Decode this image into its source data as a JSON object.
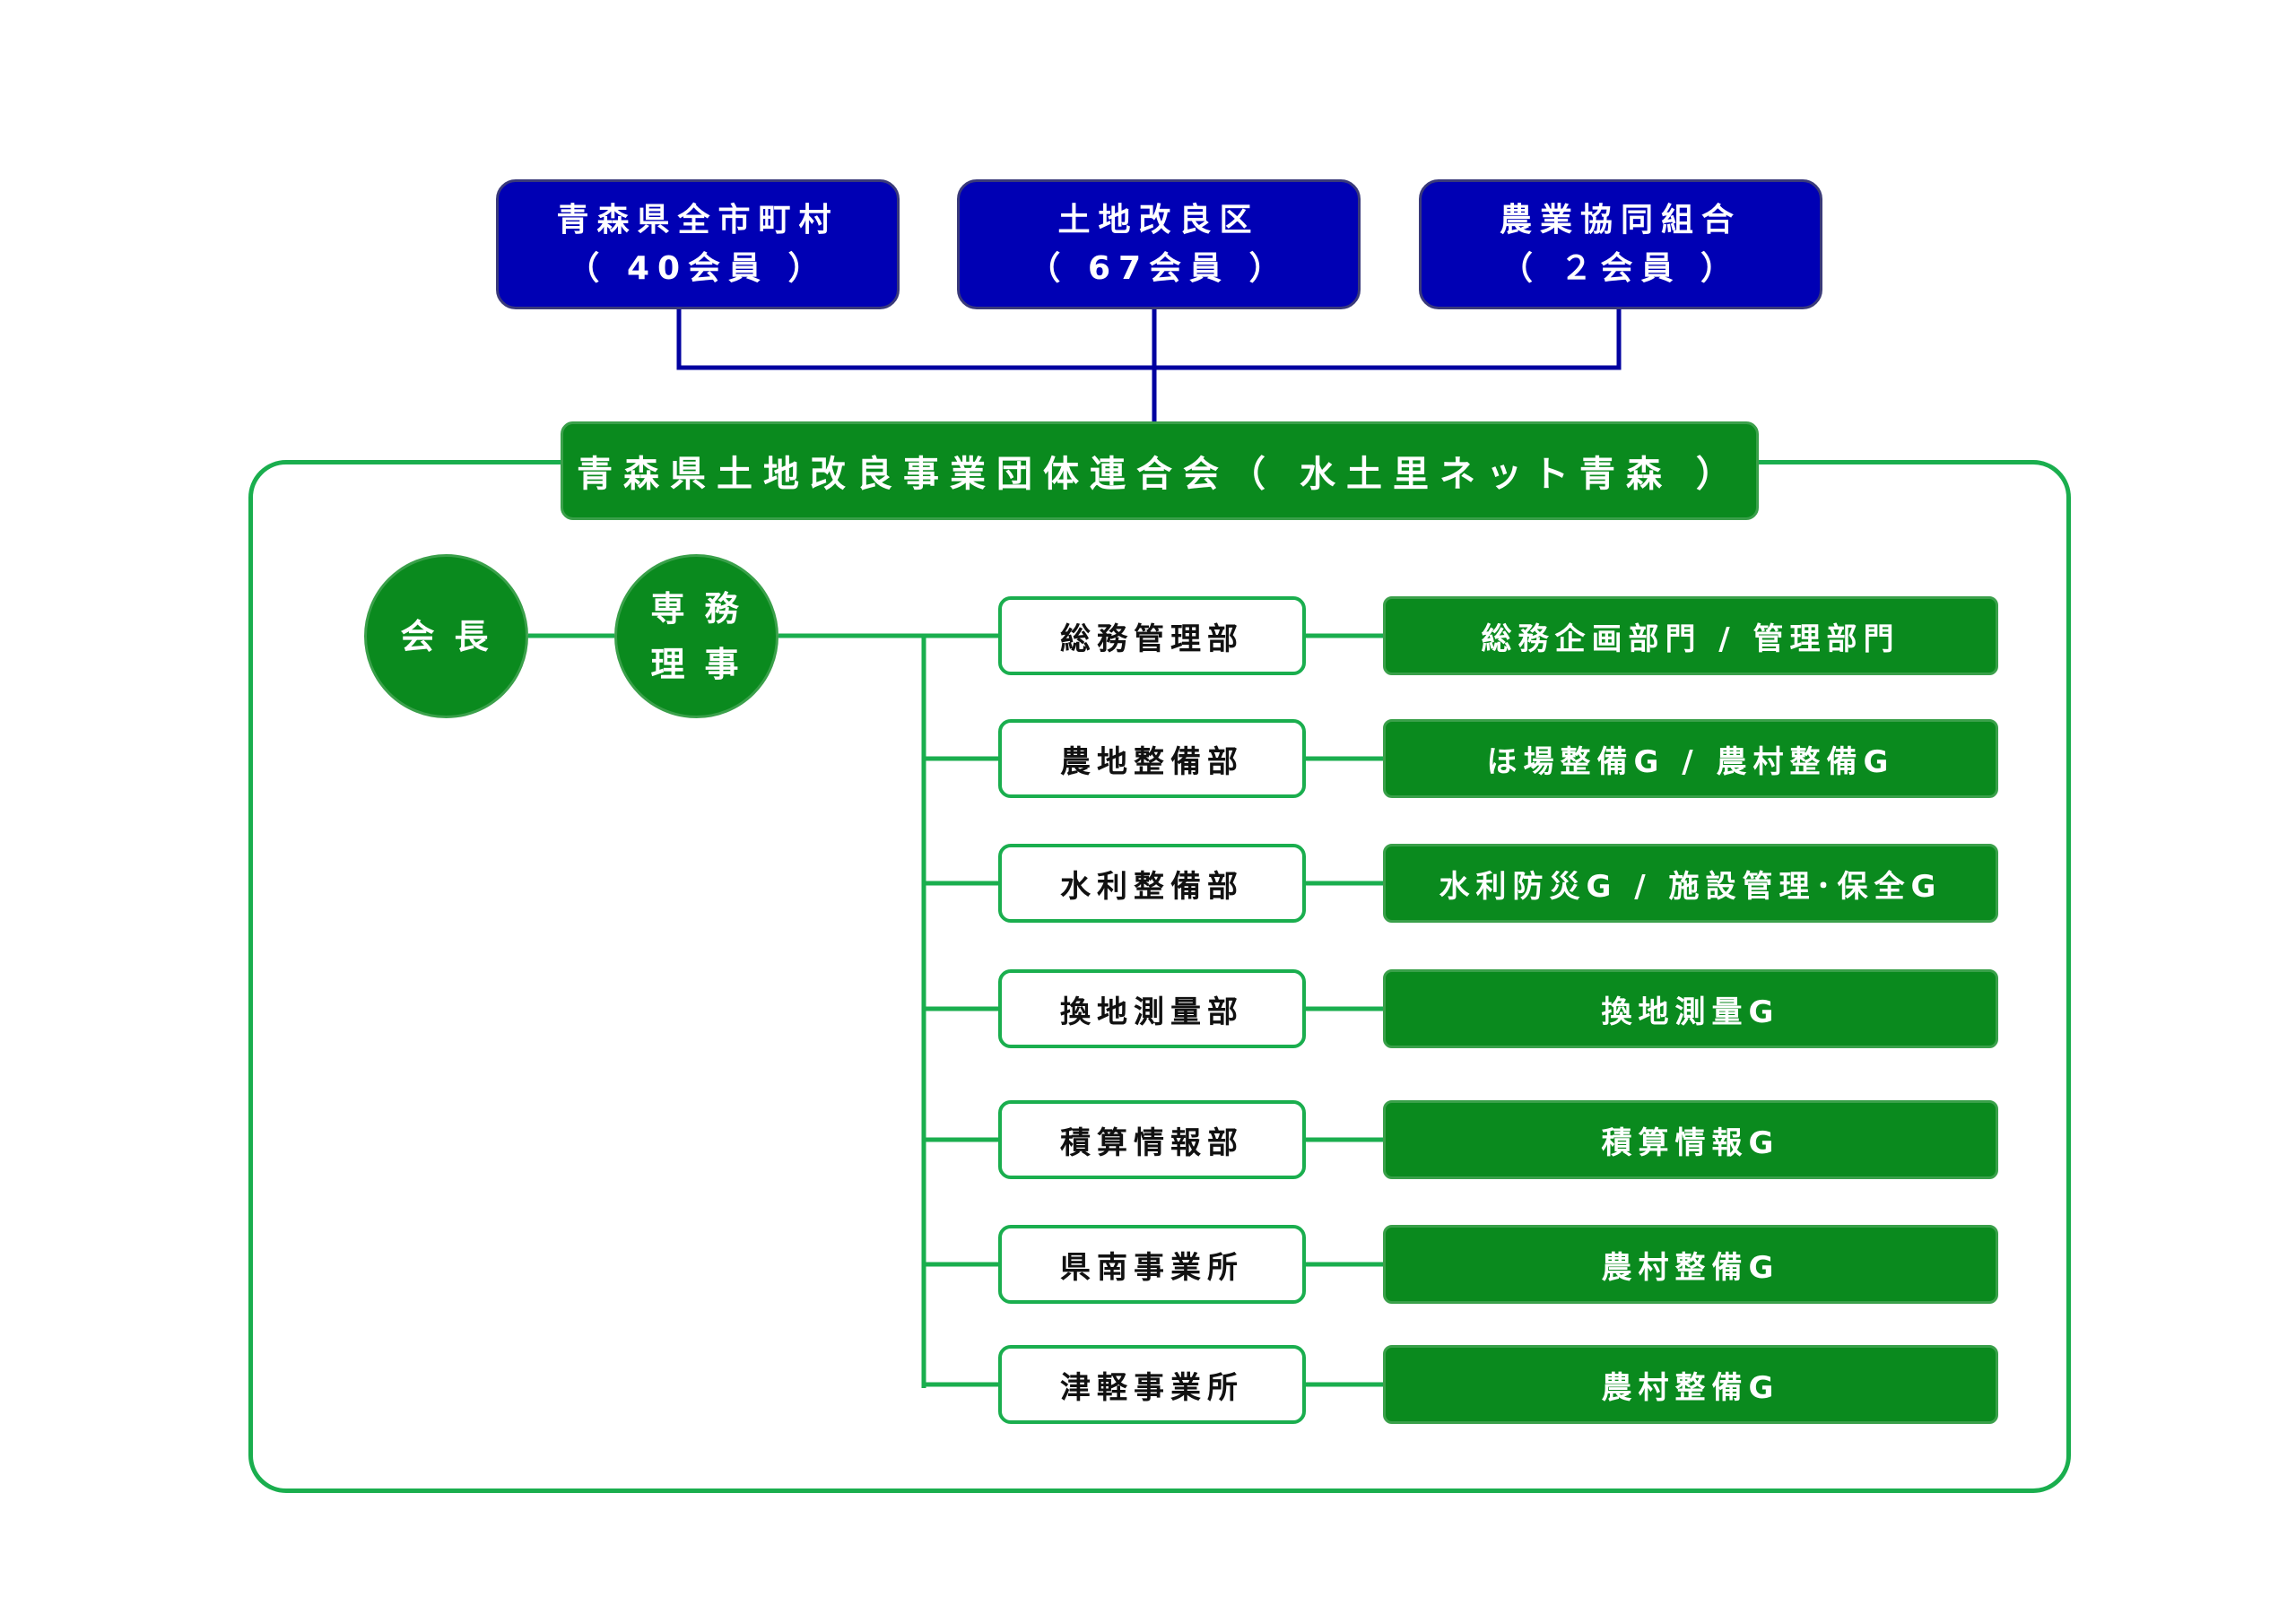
{
  "members": [
    {
      "name": "青森県全市町村",
      "count": "（ 40会員 ）"
    },
    {
      "name": "土地改良区",
      "count": "（ 67会員 ）"
    },
    {
      "name": "農業協同組合",
      "count": "（ ２会員 ）"
    }
  ],
  "federation": {
    "title": "青森県土地改良事業団体連合会（ 水土里ネット青森 ）"
  },
  "leaders": {
    "president": "会長",
    "director_line1": "専務",
    "director_line2": "理事"
  },
  "departments": [
    {
      "name": "総務管理部",
      "groups": "総務企画部門 / 管理部門"
    },
    {
      "name": "農地整備部",
      "groups": "ほ場整備G / 農村整備G"
    },
    {
      "name": "水利整備部",
      "groups": "水利防災G / 施設管理･保全G"
    },
    {
      "name": "換地測量部",
      "groups": "換地測量G"
    },
    {
      "name": "積算情報部",
      "groups": "積算情報G"
    },
    {
      "name": "県南事業所",
      "groups": "農村整備G"
    },
    {
      "name": "津軽事業所",
      "groups": "農村整備G"
    }
  ],
  "colors": {
    "member_blue": "#0000b4",
    "connector_blue": "#0000a0",
    "org_green": "#0a8a1e",
    "frame_green": "#1aae4e"
  }
}
